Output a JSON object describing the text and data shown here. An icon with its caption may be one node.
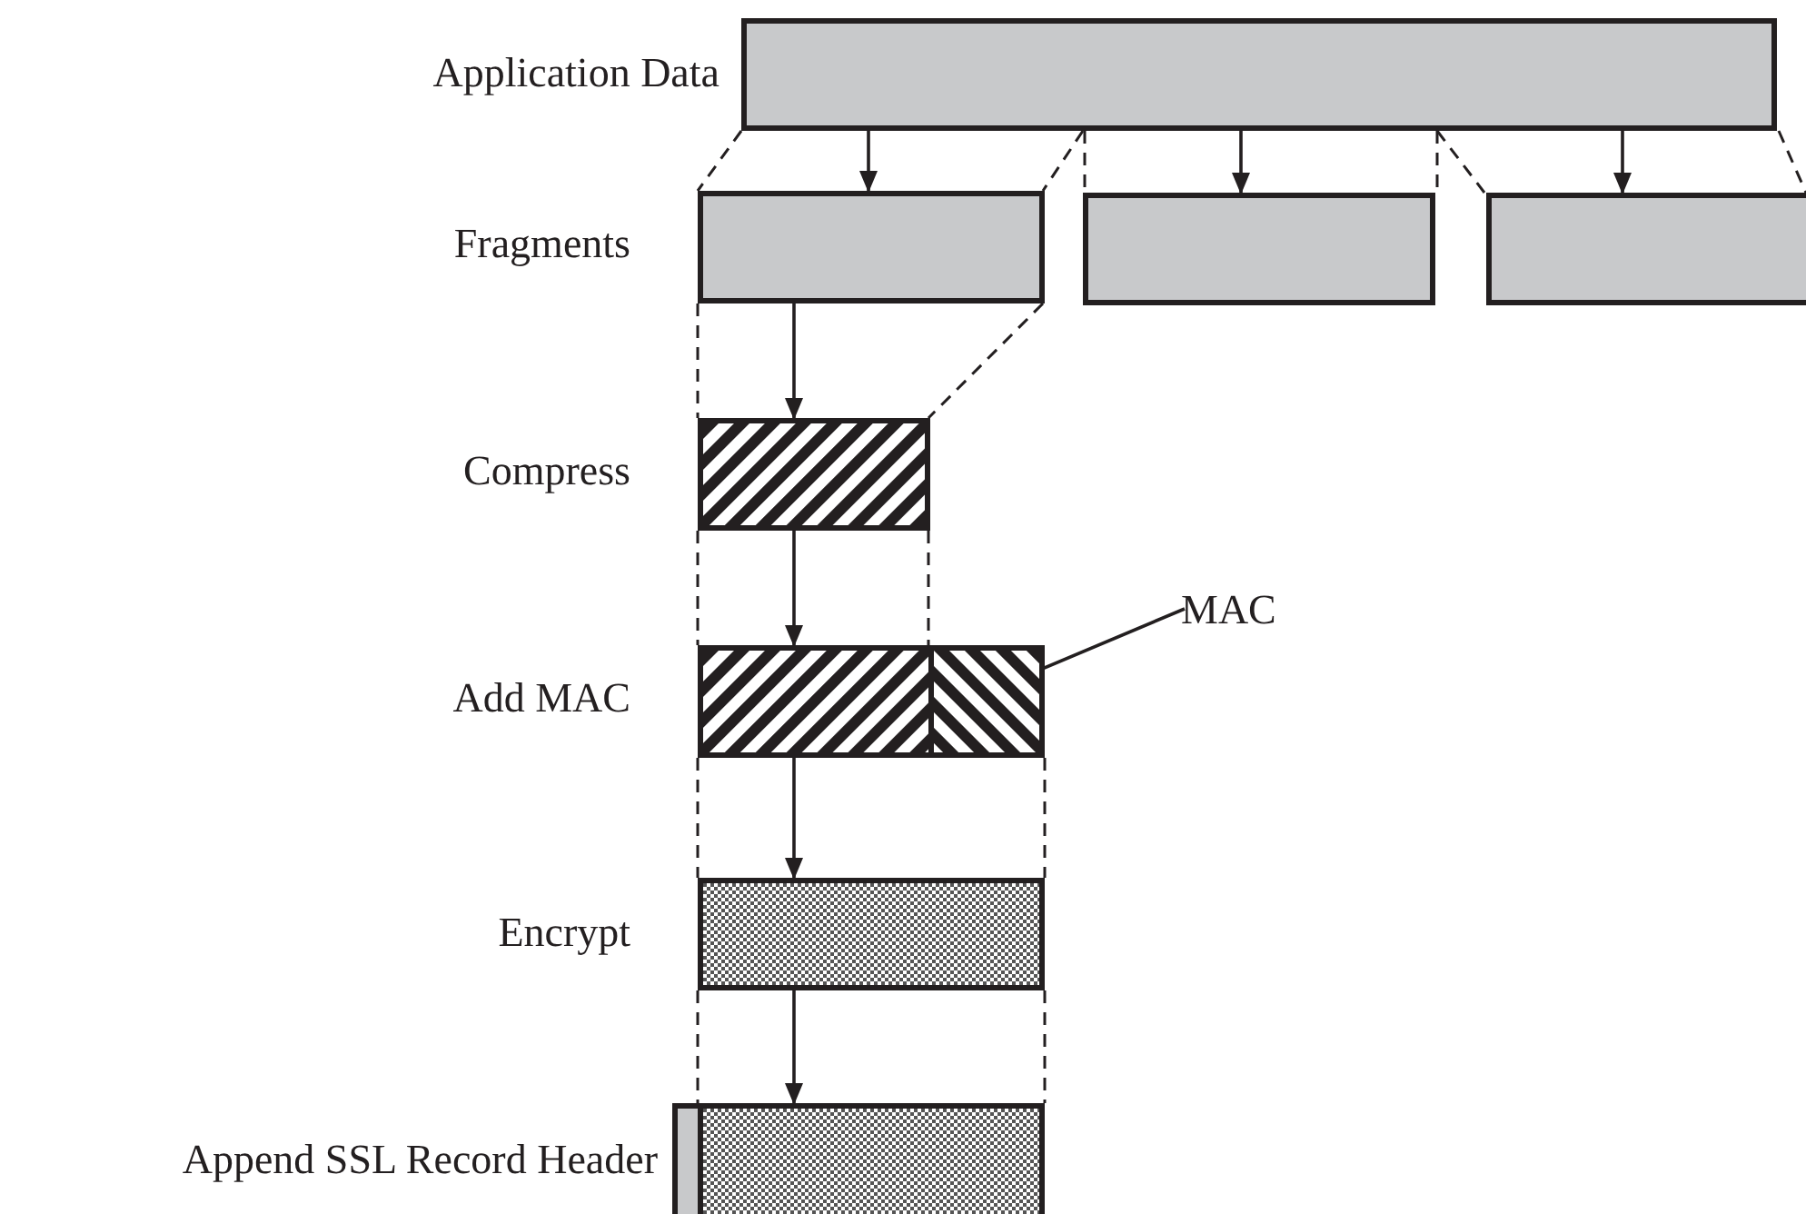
{
  "diagram": {
    "nodes": [
      {
        "text": [],
        "shape": "box"
      },
      {
        "text": [],
        "shape": "box"
      },
      {
        "text": [],
        "shape": "box"
      },
      {
        "text": [],
        "shape": "box"
      },
      {
        "text": [],
        "shape": "box"
      },
      {
        "text": [],
        "shape": "box"
      },
      {
        "text": [],
        "shape": "box"
      },
      {
        "text": [
          "MAC"
        ]
      },
      {
        "text": [],
        "shape": "box"
      },
      {
        "text": [],
        "shape": "box"
      },
      {
        "text": [],
        "shape": "box"
      }
    ],
    "edges": [
      {
        "from": 0,
        "to": 1,
        "arrow": "to"
      },
      {
        "from": 0,
        "to": 2,
        "arrow": "to"
      },
      {
        "from": 0,
        "to": 3,
        "arrow": "to"
      },
      {
        "from": 1,
        "to": 4,
        "arrow": "to"
      },
      {
        "from": 4,
        "to": 5,
        "arrow": "to"
      },
      {
        "from": 7,
        "to": 6,
        "arrow": "to"
      },
      {
        "from": 5,
        "to": 8,
        "arrow": "to"
      },
      {
        "from": 8,
        "to": 10,
        "arrow": "to"
      },
      {
        "from": 0,
        "to": 1,
        "arrow": "none",
        "style": "dashed"
      },
      {
        "from": 0,
        "to": 1,
        "arrow": "none",
        "style": "dashed"
      },
      {
        "from": 0,
        "to": 2,
        "arrow": "none",
        "style": "dashed"
      },
      {
        "from": 0,
        "to": 2,
        "arrow": "none",
        "style": "dashed"
      },
      {
        "from": 0,
        "to": 3,
        "arrow": "none",
        "style": "dashed"
      },
      {
        "from": 0,
        "to": 3,
        "arrow": "none",
        "style": "dashed"
      },
      {
        "from": 1,
        "to": 4,
        "arrow": "none",
        "style": "dashed"
      },
      {
        "from": 1,
        "to": 4,
        "arrow": "none",
        "style": "dashed"
      },
      {
        "from": 4,
        "to": 5,
        "arrow": "none",
        "style": "dashed"
      },
      {
        "from": 4,
        "to": 6,
        "arrow": "none",
        "style": "dashed"
      },
      {
        "from": 5,
        "to": 8,
        "arrow": "none",
        "style": "dashed"
      },
      {
        "from": 6,
        "to": 8,
        "arrow": "none",
        "style": "dashed"
      },
      {
        "from": 8,
        "to": 9,
        "arrow": "none",
        "style": "dashed"
      },
      {
        "from": 8,
        "to": 10,
        "arrow": "none",
        "style": "dashed"
      }
    ],
    "labels": [
      "Application Data",
      "Fragments",
      "Compress",
      "Add MAC",
      "Encrypt",
      "Append SSL Record Header"
    ]
  }
}
